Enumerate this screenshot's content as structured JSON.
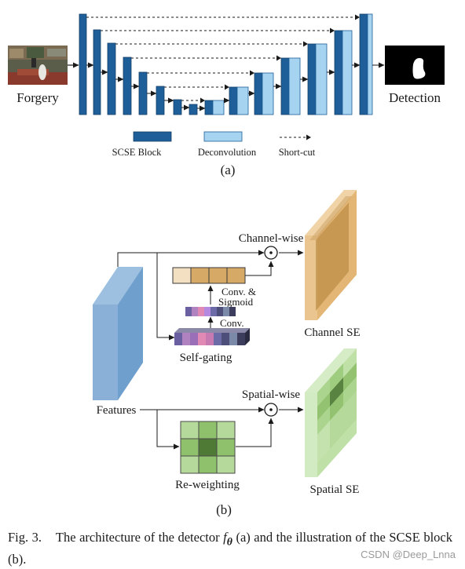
{
  "panel_a": {
    "input_label": "Forgery",
    "output_label": "Detection",
    "legend": {
      "scse": "SCSE Block",
      "deconv": "Deconvolution",
      "shortcut": "Short-cut"
    },
    "label": "(a)",
    "colors": {
      "scse": "#1f5f99",
      "deconv": "#a6d3f0"
    }
  },
  "panel_b": {
    "features": "Features",
    "channel_wise": "Channel-wise",
    "conv_sigmoid_1": "Conv. &",
    "conv_sigmoid_2": "Sigmoid",
    "conv": "Conv.",
    "self_gating": "Self-gating",
    "channel_se": "Channel SE",
    "spatial_wise": "Spatial-wise",
    "re_weighting": "Re-weighting",
    "spatial_se": "Spatial SE",
    "label": "(b)",
    "odot": "⊙"
  },
  "caption": {
    "fig": "Fig. 3.",
    "text_1": "The architecture of the detector",
    "symbol": "f",
    "subscript": "θ",
    "text_2": "(a) and the illustration of the SCSE block (b)."
  },
  "watermark": "CSDN @Deep_Lnna"
}
